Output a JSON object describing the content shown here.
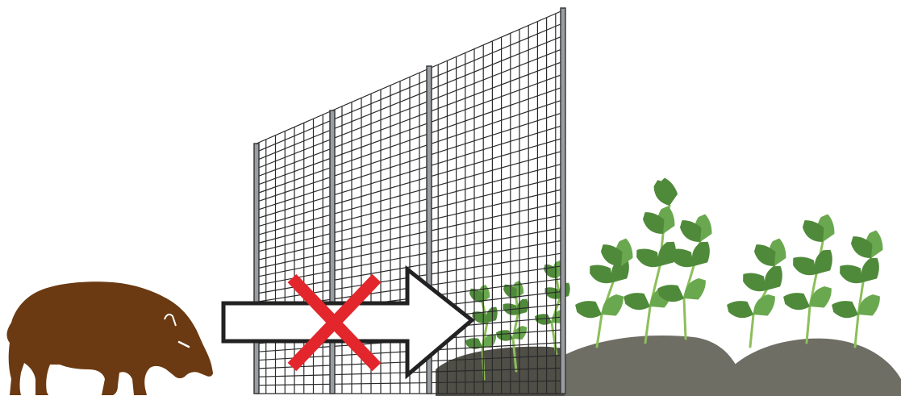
{
  "scene": {
    "subject": "wild-boar",
    "barrier": "wire-mesh-fence",
    "action": "blocked",
    "target": "crop-field"
  },
  "colors": {
    "background": "#ffffff",
    "boar": "#6b3a12",
    "fence_wire": "#2a2a2a",
    "fence_post": "#9a9da1",
    "fence_post_edge": "#3a3a3a",
    "arrow_fill": "#ffffff",
    "arrow_stroke": "#222222",
    "cross": "#e3262b",
    "soil": "#6f6e65",
    "soil_dark": "#4f4e47",
    "leaf": "#4f8a3a",
    "leaf_light": "#6aa84f",
    "stem": "#8cbf5a"
  },
  "icons": [
    "boar-icon",
    "fence-icon",
    "arrow-icon",
    "cross-icon",
    "crop-plants-icon"
  ]
}
